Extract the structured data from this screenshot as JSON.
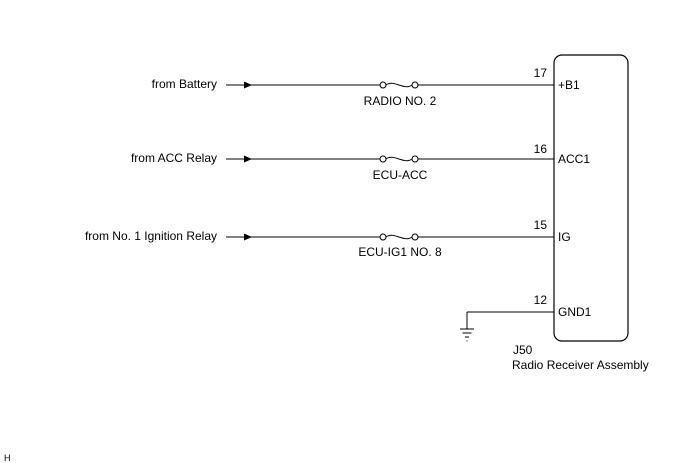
{
  "circuits": [
    {
      "source": "from Battery",
      "fuse": "RADIO NO. 2",
      "pin": "17",
      "terminal": "+B1"
    },
    {
      "source": "from ACC Relay",
      "fuse": "ECU-ACC",
      "pin": "16",
      "terminal": "ACC1"
    },
    {
      "source": "from No. 1 Ignition Relay",
      "fuse": "ECU-IG1 NO. 8",
      "pin": "15",
      "terminal": "IG"
    }
  ],
  "ground": {
    "pin": "12",
    "terminal": "GND1"
  },
  "component": {
    "connector": "J50",
    "name": "Radio Receiver Assembly"
  },
  "corner_mark": "H"
}
